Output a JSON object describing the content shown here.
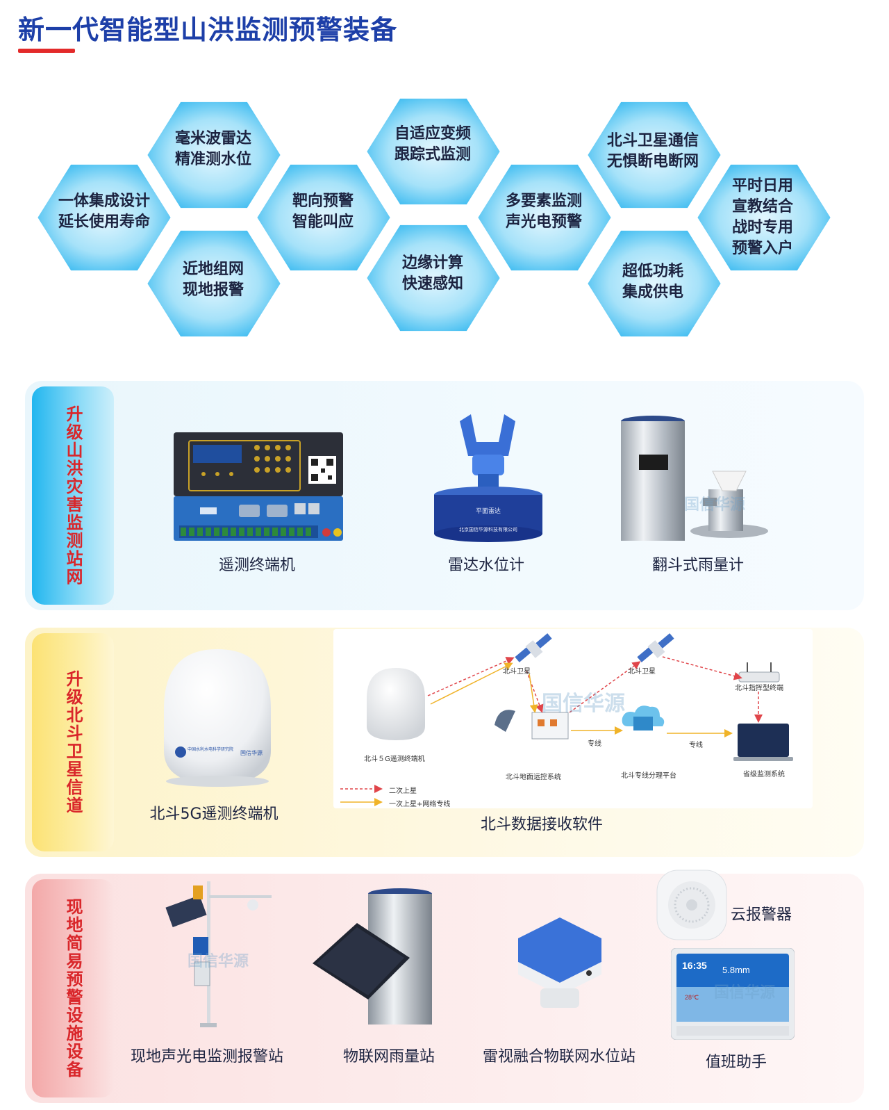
{
  "page": {
    "title": "新一代智能型山洪监测预警装备"
  },
  "features": [
    {
      "label": "一体集成设计\n延长使用寿命"
    },
    {
      "label": "毫米波雷达\n精准测水位"
    },
    {
      "label": "近地组网\n现地报警"
    },
    {
      "label": "靶向预警\n智能叫应"
    },
    {
      "label": "自适应变频\n跟踪式监测"
    },
    {
      "label": "边缘计算\n快速感知"
    },
    {
      "label": "多要素监测\n声光电预警"
    },
    {
      "label": "北斗卫星通信\n无惧断电断网"
    },
    {
      "label": "超低功耗\n集成供电"
    },
    {
      "label": "平时日用\n宣教结合\n战时专用\n预警入户"
    }
  ],
  "sections": {
    "monitoring": {
      "tab": "升级山洪灾害监测站网",
      "products": [
        {
          "caption": "遥测终端机"
        },
        {
          "caption": "雷达水位计"
        },
        {
          "caption": "翻斗式雨量计"
        }
      ],
      "radar_plate": {
        "name": "平面雷达",
        "maker": "北京国信华源科技有限公司"
      },
      "watermark": "国信华源"
    },
    "beidou": {
      "tab": "升级北斗卫星信道",
      "device": {
        "caption": "北斗5G遥测终端机",
        "logo_left": "中国水利水电科学研究院",
        "logo_right": "国信华源"
      },
      "diagram": {
        "caption": "北斗数据接收软件",
        "watermark": "国信华源",
        "nodes": {
          "terminal": "北斗５G遥测终端机",
          "sat1": "北斗卫星",
          "sat2": "北斗卫星",
          "ground": "北斗地面运控系统",
          "platform": "北斗专线分理平台",
          "command": "北斗指挥型终端",
          "province": "省级监测系统"
        },
        "links": {
          "line1": "专线",
          "line2": "专线"
        },
        "legend": {
          "dashed": "二次上星",
          "solid": "一次上星+网络专线"
        }
      }
    },
    "simple": {
      "tab": "现地简易预警设施设备",
      "products": [
        {
          "caption": "现地声光电监测报警站"
        },
        {
          "caption": "物联网雨量站"
        },
        {
          "caption": "雷视融合物联网水位站"
        },
        {
          "caption": "云报警器"
        },
        {
          "caption": "值班助手"
        }
      ],
      "assistant_screen": {
        "time": "16:35",
        "value": "5.8mm",
        "temp": "28℃"
      },
      "watermark": "国信华源"
    }
  },
  "colors": {
    "title": "#1d3fa8",
    "accent_red": "#e32a2a",
    "hex_fill": "#7fd3f5",
    "hex_edge": "#27b4ee"
  }
}
